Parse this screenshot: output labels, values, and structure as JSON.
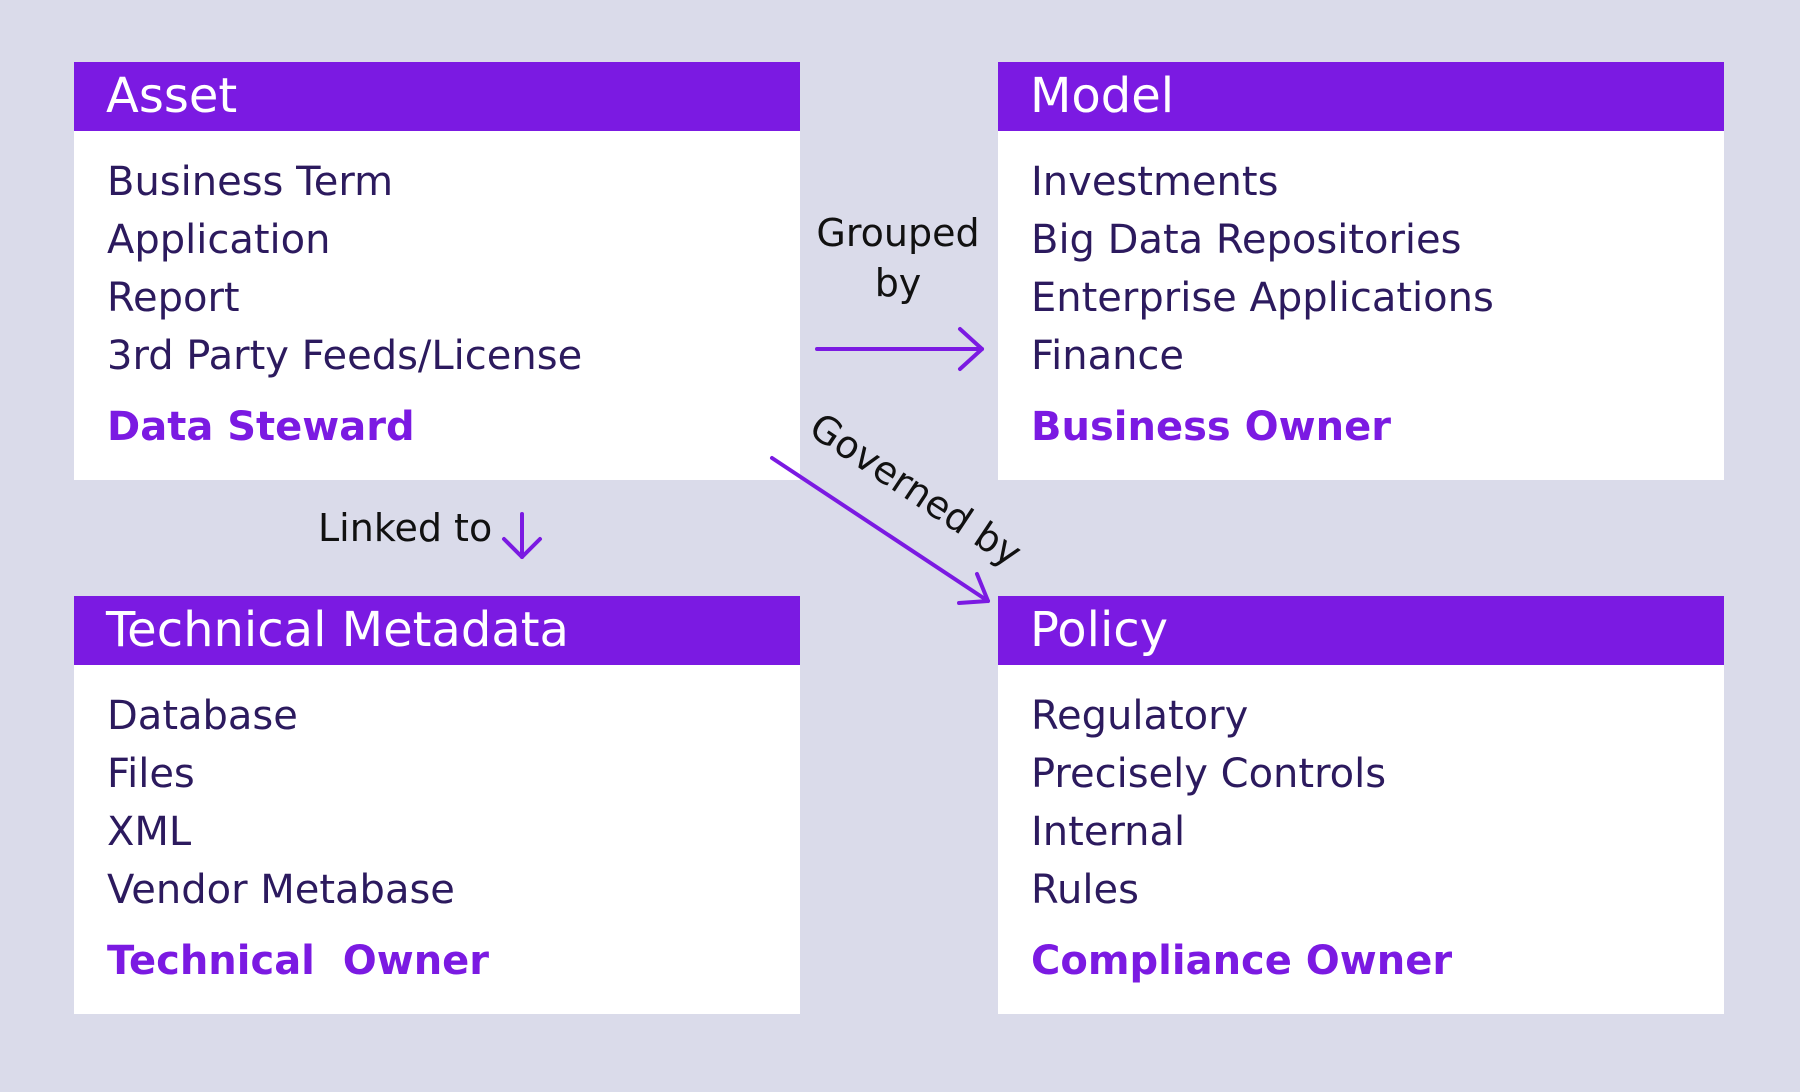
{
  "colors": {
    "background": "#dadbea",
    "card_header": "#7b1ae2",
    "card_body": "#ffffff",
    "item_text": "#2c1a5e",
    "owner_text": "#7b1ae2",
    "arrow": "#7b1ae2",
    "label_text": "#111111"
  },
  "cards": {
    "asset": {
      "title": "Asset",
      "items": [
        "Business Term",
        "Application",
        "Report",
        "3rd Party Feeds/License"
      ],
      "owner": "Data Steward"
    },
    "model": {
      "title": "Model",
      "items": [
        "Investments",
        "Big Data Repositories",
        "Enterprise Applications",
        "Finance"
      ],
      "owner": "Business Owner"
    },
    "technical": {
      "title": "Technical Metadata",
      "items": [
        "Database",
        "Files",
        "XML",
        "Vendor Metabase"
      ],
      "owner": "Technical  Owner"
    },
    "policy": {
      "title": "Policy",
      "items": [
        "Regulatory",
        "Precisely Controls",
        "Internal",
        "Rules"
      ],
      "owner": "Compliance Owner"
    }
  },
  "edges": {
    "grouped_by": {
      "line1": "Grouped",
      "line2": "by"
    },
    "linked_to": "Linked to",
    "governed_by": "Governed by"
  }
}
